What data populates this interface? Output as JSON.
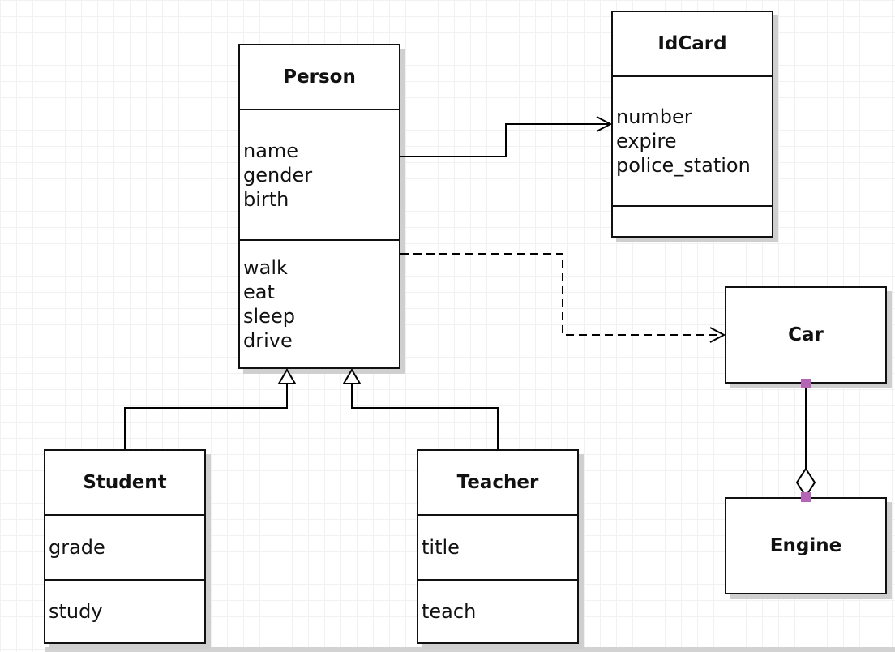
{
  "classes": {
    "person": {
      "name": "Person",
      "attributes": [
        "name",
        "gender",
        "birth"
      ],
      "methods": [
        "walk",
        "eat",
        "sleep",
        "drive"
      ]
    },
    "idcard": {
      "name": "IdCard",
      "attributes": [
        "number",
        "expire",
        "police_station"
      ],
      "methods": []
    },
    "car": {
      "name": "Car"
    },
    "engine": {
      "name": "Engine"
    },
    "student": {
      "name": "Student",
      "attributes": [
        "grade"
      ],
      "methods": [
        "study"
      ]
    },
    "teacher": {
      "name": "Teacher",
      "attributes": [
        "title"
      ],
      "methods": [
        "teach"
      ]
    }
  },
  "relationships": [
    {
      "from": "Person",
      "to": "IdCard",
      "type": "association",
      "line": "solid",
      "arrow": "open"
    },
    {
      "from": "Person",
      "to": "Car",
      "type": "dependency",
      "line": "dashed",
      "arrow": "open"
    },
    {
      "from": "Student",
      "to": "Person",
      "type": "generalization",
      "line": "solid",
      "arrow": "hollow-triangle"
    },
    {
      "from": "Teacher",
      "to": "Person",
      "type": "generalization",
      "line": "solid",
      "arrow": "hollow-triangle"
    },
    {
      "from": "Engine",
      "to": "Car",
      "type": "aggregation",
      "line": "solid",
      "arrow": "hollow-diamond"
    }
  ],
  "colors": {
    "box_border": "#111111",
    "connector": "#000000",
    "endpoint_marker": "#b565b5",
    "shadow": "#cfcfcf",
    "grid_line": "#f1f1f4"
  }
}
